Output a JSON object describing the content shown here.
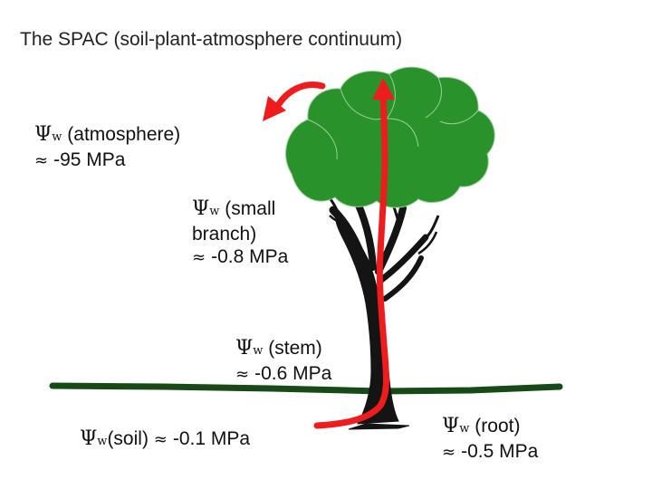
{
  "title": "The SPAC (soil-plant-atmosphere continuum)",
  "psi_symbol": "Ψ",
  "subscript": "w",
  "approx_symbol": "≈",
  "colors": {
    "canopy": "#2a922a",
    "canopy_outline": "#9ccf9c",
    "trunk": "#141414",
    "arrow": "#ee1c1c",
    "ground": "#184a18"
  },
  "labels": {
    "atmosphere": {
      "name": "(atmosphere)",
      "value": "-95 MPa"
    },
    "small_branch": {
      "name_line1": "(small",
      "name_line2": "branch)",
      "value": "-0.8 MPa"
    },
    "stem": {
      "name": "(stem)",
      "value": "-0.6 MPa"
    },
    "soil": {
      "name": "(soil)",
      "value": "-0.1 MPa"
    },
    "root": {
      "name": "(root)",
      "value": "-0.5 MPa"
    }
  }
}
